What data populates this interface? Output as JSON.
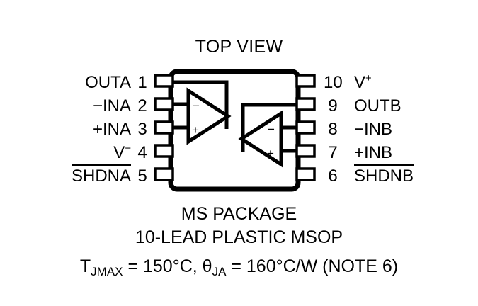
{
  "title": "TOP VIEW",
  "package": {
    "left_pins": [
      {
        "number": "1",
        "name": "OUTA",
        "overline": false,
        "superscript": ""
      },
      {
        "number": "2",
        "name": "−INA",
        "overline": false,
        "superscript": ""
      },
      {
        "number": "3",
        "name": "+INA",
        "overline": false,
        "superscript": ""
      },
      {
        "number": "4",
        "name": "V",
        "overline": false,
        "superscript": "−"
      },
      {
        "number": "5",
        "name": "SHDNA",
        "overline": true,
        "superscript": ""
      }
    ],
    "right_pins": [
      {
        "number": "10",
        "name": "V",
        "overline": false,
        "superscript": "+"
      },
      {
        "number": "9",
        "name": "OUTB",
        "overline": false,
        "superscript": ""
      },
      {
        "number": "8",
        "name": "−INB",
        "overline": false,
        "superscript": ""
      },
      {
        "number": "7",
        "name": "+INB",
        "overline": false,
        "superscript": ""
      },
      {
        "number": "6",
        "name": "SHDNB",
        "overline": true,
        "superscript": ""
      }
    ],
    "amplifier_a": {
      "minus_label": "−",
      "plus_label": "+"
    },
    "amplifier_b": {
      "minus_label": "−",
      "plus_label": "+"
    }
  },
  "captions": {
    "line1": "MS PACKAGE",
    "line2": "10-LEAD PLASTIC MSOP",
    "thermal": {
      "symbol_t": "T",
      "sub_t": "JMAX",
      "value_t": " = 150°C, ",
      "symbol_theta": "θ",
      "sub_theta": "JA",
      "value_theta": " = 160°C/W (NOTE 6)"
    }
  },
  "colors": {
    "ink": "#000000",
    "background": "#ffffff"
  }
}
